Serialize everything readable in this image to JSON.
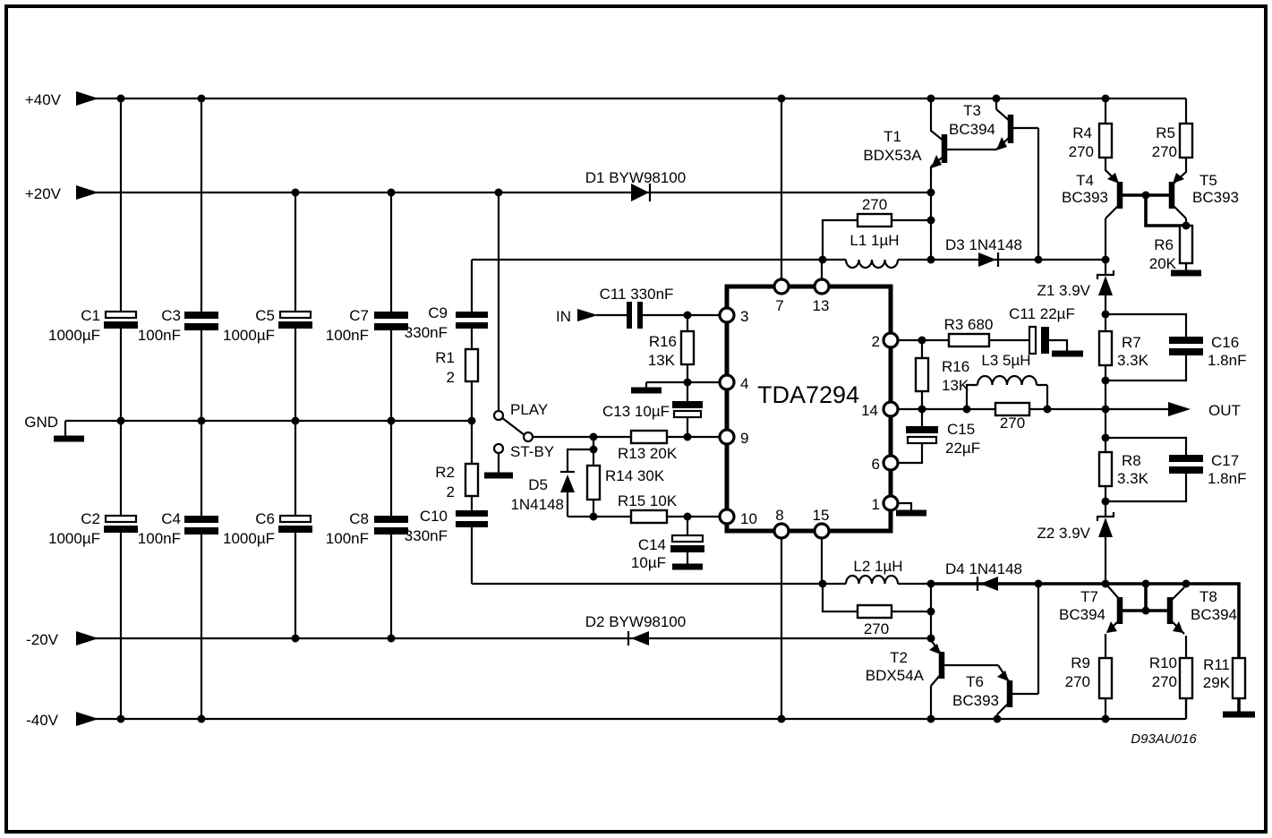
{
  "schematic": {
    "title_code": "D93AU016",
    "ic": {
      "name": "TDA7294",
      "pins": {
        "p3": "3",
        "p4": "4",
        "p9": "9",
        "p10": "10",
        "p7": "7",
        "p13": "13",
        "p8": "8",
        "p15": "15",
        "p2": "2",
        "p14": "14",
        "p6": "6",
        "p1": "1"
      }
    },
    "rails": {
      "p40": "+40V",
      "p20": "+20V",
      "gnd": "GND",
      "m20": "-20V",
      "m40": "-40V"
    },
    "io": {
      "in": "IN",
      "out": "OUT",
      "play": "PLAY",
      "stby": "ST-BY"
    },
    "caps": {
      "c1": {
        "ref": "C1",
        "value": "1000µF"
      },
      "c2": {
        "ref": "C2",
        "value": "1000µF"
      },
      "c3": {
        "ref": "C3",
        "value": "100nF"
      },
      "c4": {
        "ref": "C4",
        "value": "100nF"
      },
      "c5": {
        "ref": "C5",
        "value": "1000µF"
      },
      "c6": {
        "ref": "C6",
        "value": "1000µF"
      },
      "c7": {
        "ref": "C7",
        "value": "100nF"
      },
      "c8": {
        "ref": "C8",
        "value": "100nF"
      },
      "c9": {
        "ref": "C9",
        "value": "330nF"
      },
      "c10": {
        "ref": "C10",
        "value": "330nF"
      },
      "c11_in": {
        "label": "C11 330nF"
      },
      "c11_boot": {
        "label": "C11 22µF"
      },
      "c13": {
        "label": "C13 10µF"
      },
      "c14": {
        "ref": "C14",
        "value": "10µF"
      },
      "c15": {
        "ref": "C15",
        "value": "22µF"
      },
      "c16": {
        "ref": "C16",
        "value": "1.8nF"
      },
      "c17": {
        "ref": "C17",
        "value": "1.8nF"
      }
    },
    "resistors": {
      "r1": {
        "ref": "R1",
        "value": "2"
      },
      "r2": {
        "ref": "R2",
        "value": "2"
      },
      "r3": {
        "label": "R3 680"
      },
      "r4": {
        "ref": "R4",
        "value": "270"
      },
      "r5": {
        "ref": "R5",
        "value": "270"
      },
      "r6": {
        "ref": "R6",
        "value": "20K"
      },
      "r7": {
        "ref": "R7",
        "value": "3.3K"
      },
      "r8": {
        "ref": "R8",
        "value": "3.3K"
      },
      "r9": {
        "ref": "R9",
        "value": "270"
      },
      "r10": {
        "ref": "R10",
        "value": "270"
      },
      "r11": {
        "ref": "R11",
        "value": "29K"
      },
      "r13": {
        "label": "R13 20K"
      },
      "r14": {
        "label": "R14 30K"
      },
      "r15": {
        "label": "R15 10K"
      },
      "r16_in": {
        "ref": "R16",
        "value": "13K"
      },
      "r16_fb": {
        "ref": "R16",
        "value": "13K"
      },
      "r270_top": {
        "label": "270"
      },
      "r270_mid": {
        "label": "270"
      },
      "r270_bot": {
        "label": "270"
      }
    },
    "inductors": {
      "l1": "L1 1µH",
      "l2": "L2 1µH",
      "l3": "L3 5µH"
    },
    "diodes": {
      "d1": "D1 BYW98100",
      "d2": "D2 BYW98100",
      "d3": "D3 1N4148",
      "d4": "D4 1N4148",
      "d5": {
        "ref": "D5",
        "value": "1N4148"
      },
      "z1": "Z1 3.9V",
      "z2": "Z2 3.9V"
    },
    "transistors": {
      "t1": {
        "ref": "T1",
        "value": "BDX53A"
      },
      "t2": {
        "ref": "T2",
        "value": "BDX54A"
      },
      "t3": {
        "ref": "T3",
        "value": "BC394"
      },
      "t4": {
        "ref": "T4",
        "value": "BC393"
      },
      "t5": {
        "ref": "T5",
        "value": "BC393"
      },
      "t6": {
        "ref": "T6",
        "value": "BC393"
      },
      "t7": {
        "ref": "T7",
        "value": "BC394"
      },
      "t8": {
        "ref": "T8",
        "value": "BC394"
      }
    }
  }
}
